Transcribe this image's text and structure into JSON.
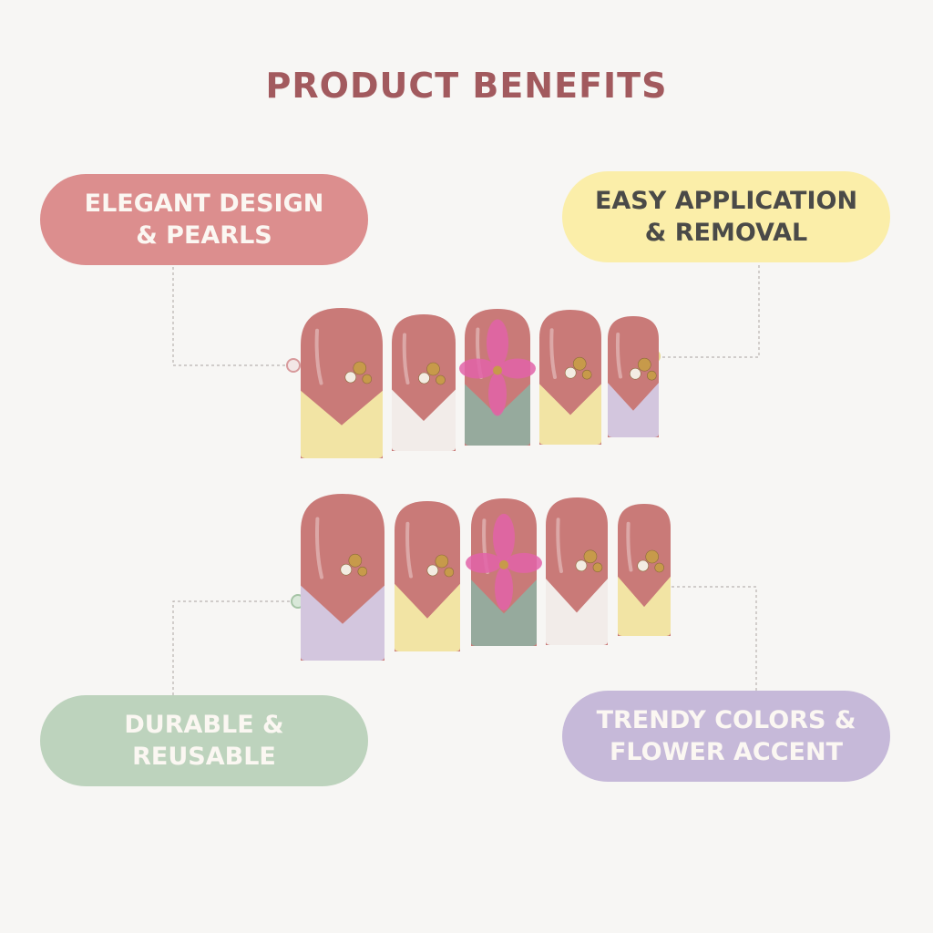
{
  "title": "PRODUCT BENEFITS",
  "benefits": {
    "top_left": {
      "line1": "ELEGANT DESIGN",
      "line2": "& PEARLS"
    },
    "top_right": {
      "line1": "EASY APPLICATION",
      "line2": "& REMOVAL"
    },
    "bottom_left": {
      "line1": "DURABLE & REUSABLE",
      "line2": ""
    },
    "bottom_right": {
      "line1": "TRENDY COLORS &",
      "line2": "FLOWER ACCENT"
    }
  },
  "colors": {
    "title": "#a25a5e",
    "pill_pink": "#dc8e8e",
    "pill_yellow": "#fbeea9",
    "pill_green": "#bdd3bd",
    "pill_lavender": "#c6b9d9",
    "text_light": "#fbf7f2",
    "text_dark": "#4a4a48",
    "nail_base": "#c97a78",
    "tip_yellow": "#f4eaa6",
    "tip_white": "#f4f2ef",
    "tip_green": "#93ad9f",
    "tip_lavender": "#d4cae4",
    "flower": "#e263a8",
    "gold": "#c79a4a"
  },
  "icons": [
    "gold-bead-icon",
    "pearl-icon",
    "flower-icon"
  ]
}
